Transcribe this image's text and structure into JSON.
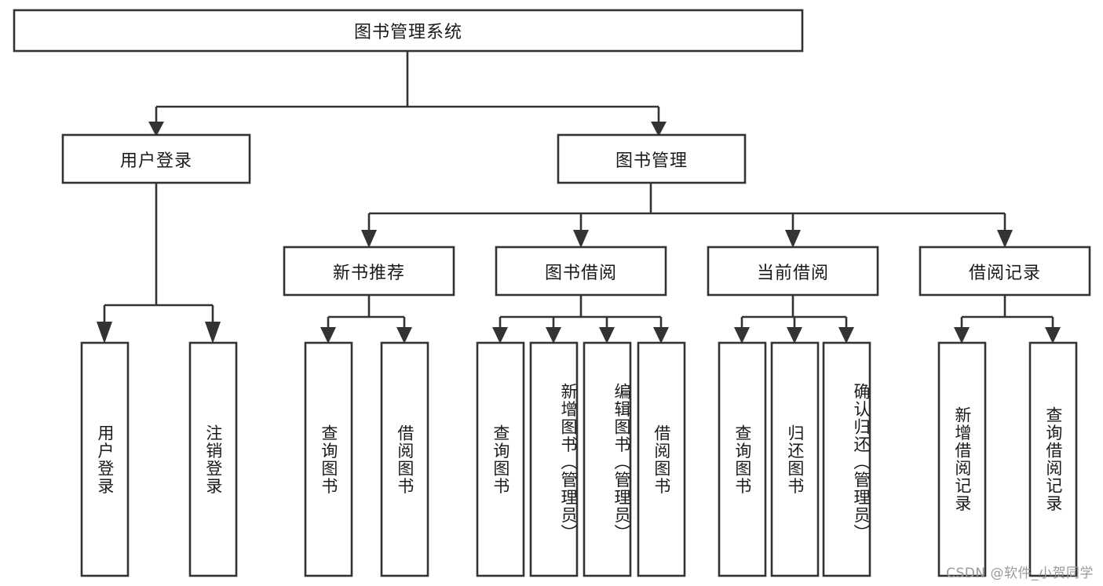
{
  "diagram": {
    "title": "图书管理系统",
    "type": "tree-hierarchy",
    "colors": {
      "stroke": "#333333",
      "node_fill": "#ffffff",
      "text": "#1a1a1a",
      "background": "#ffffff",
      "watermark": "#9a9a9a"
    },
    "watermark": "CSDN @软件_小贺同学",
    "levels": {
      "root": {
        "label": "图书管理系统"
      },
      "level2": [
        {
          "id": "user-login",
          "label": "用户登录"
        },
        {
          "id": "book-management",
          "label": "图书管理"
        }
      ],
      "level3": [
        {
          "id": "new-book-recommend",
          "label": "新书推荐",
          "parent": "book-management"
        },
        {
          "id": "book-borrow",
          "label": "图书借阅",
          "parent": "book-management"
        },
        {
          "id": "current-borrow",
          "label": "当前借阅",
          "parent": "book-management"
        },
        {
          "id": "borrow-record",
          "label": "借阅记录",
          "parent": "book-management"
        }
      ],
      "leaves": {
        "user-login": [
          {
            "id": "leaf-user-login",
            "label": "用户登录"
          },
          {
            "id": "leaf-logout",
            "label": "注销登录"
          }
        ],
        "new-book-recommend": [
          {
            "id": "leaf-query-book-1",
            "label": "查询图书"
          },
          {
            "id": "leaf-borrow-book-1",
            "label": "借阅图书"
          }
        ],
        "book-borrow": [
          {
            "id": "leaf-query-book-2",
            "label": "查询图书"
          },
          {
            "id": "leaf-add-book",
            "label": "新增图书（管理员）"
          },
          {
            "id": "leaf-edit-book",
            "label": "编辑图书（管理员）"
          },
          {
            "id": "leaf-borrow-book-2",
            "label": "借阅图书"
          }
        ],
        "current-borrow": [
          {
            "id": "leaf-query-book-3",
            "label": "查询图书"
          },
          {
            "id": "leaf-return-book",
            "label": "归还图书"
          },
          {
            "id": "leaf-confirm-return",
            "label": "确认归还（管理员）"
          }
        ],
        "borrow-record": [
          {
            "id": "leaf-add-record",
            "label": "新增借阅记录"
          },
          {
            "id": "leaf-query-record",
            "label": "查询借阅记录"
          }
        ]
      }
    }
  }
}
